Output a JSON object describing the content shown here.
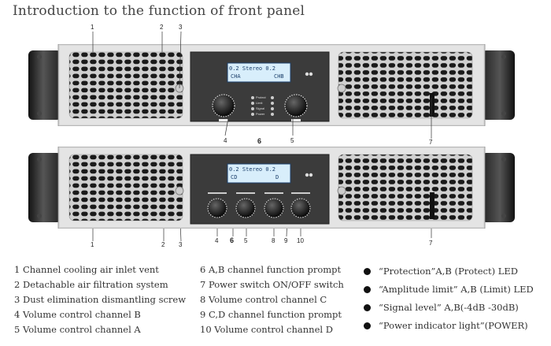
{
  "title": "Introduction to the function of front panel",
  "amp_top": {
    "lcd_line1": "0.2 Stereo 0.2",
    "lcd_ch_a": "CHA",
    "lcd_ch_b": "CHB",
    "led_labels": [
      "Protect",
      "Limit",
      "Signal",
      "Power"
    ]
  },
  "amp_bottom": {
    "lcd_line1": "0.2 Stereo 0.2",
    "lcd_ch_c": "CD",
    "lcd_ch_d": "D"
  },
  "callouts_top": [
    "1",
    "2",
    "3",
    "4",
    "6",
    "5",
    "7"
  ],
  "callouts_bottom": [
    "1",
    "2",
    "3",
    "4",
    "6",
    "5",
    "8",
    "9",
    "10",
    "7"
  ],
  "legend_col1": [
    "1 Channel cooling air inlet vent",
    "2 Detachable air filtration system",
    "3 Dust elimination dismantling screw",
    "4 Volume control channel B",
    "5 Volume control channel A"
  ],
  "legend_col2": [
    "6 A,B channel function prompt",
    "7 Power switch ON/OFF switch",
    "8 Volume control channel C",
    "9 C,D channel function prompt",
    "10 Volume control channel D"
  ],
  "legend_leds": [
    "“Protection”A,B (Protect) LED",
    "“Amplitude limit” A,B (Limit) LED",
    "“Signal level” A,B(-4dB -30dB)",
    "“Power indicator light”(POWER)"
  ]
}
